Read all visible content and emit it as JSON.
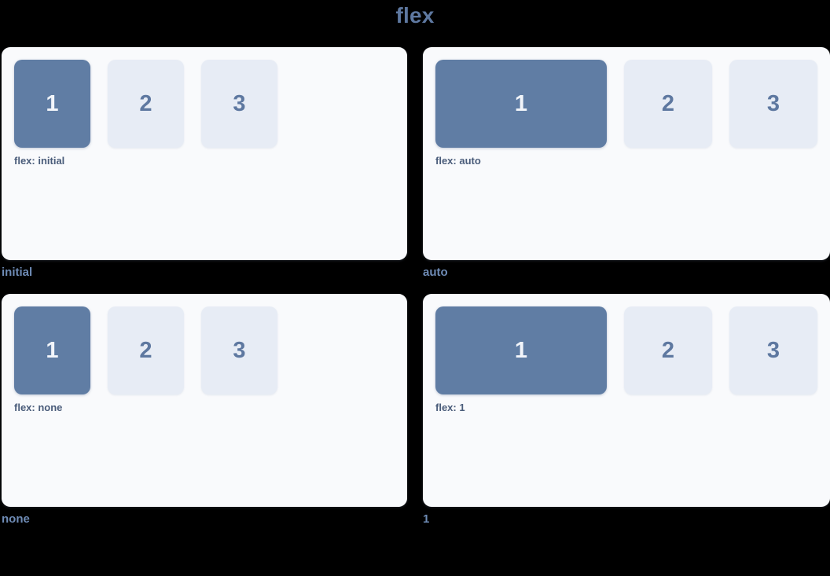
{
  "page": {
    "title": "flex",
    "background_color": "#000000",
    "accent_color": "#5e78a0",
    "panel_background": "#f9fafc",
    "primary_box_color": "#607da4",
    "ghost_box_color": "#e7ecf5",
    "label_color": "#6e8bb5",
    "caption_color": "#4a5c7a"
  },
  "demos": [
    {
      "label": "initial",
      "caption": "flex: initial",
      "mode": "initial",
      "boxes": [
        {
          "text": "1",
          "style": "primary"
        },
        {
          "text": "2",
          "style": "ghost"
        },
        {
          "text": "3",
          "style": "ghost"
        }
      ]
    },
    {
      "label": "auto",
      "caption": "flex: auto",
      "mode": "auto",
      "boxes": [
        {
          "text": "1",
          "style": "primary"
        },
        {
          "text": "2",
          "style": "ghost"
        },
        {
          "text": "3",
          "style": "ghost"
        }
      ]
    },
    {
      "label": "none",
      "caption": "flex: none",
      "mode": "none",
      "boxes": [
        {
          "text": "1",
          "style": "primary"
        },
        {
          "text": "2",
          "style": "ghost"
        },
        {
          "text": "3",
          "style": "ghost"
        }
      ]
    },
    {
      "label": "1",
      "caption": "flex: 1",
      "mode": "one",
      "boxes": [
        {
          "text": "1",
          "style": "primary"
        },
        {
          "text": "2",
          "style": "ghost"
        },
        {
          "text": "3",
          "style": "ghost"
        }
      ]
    }
  ]
}
